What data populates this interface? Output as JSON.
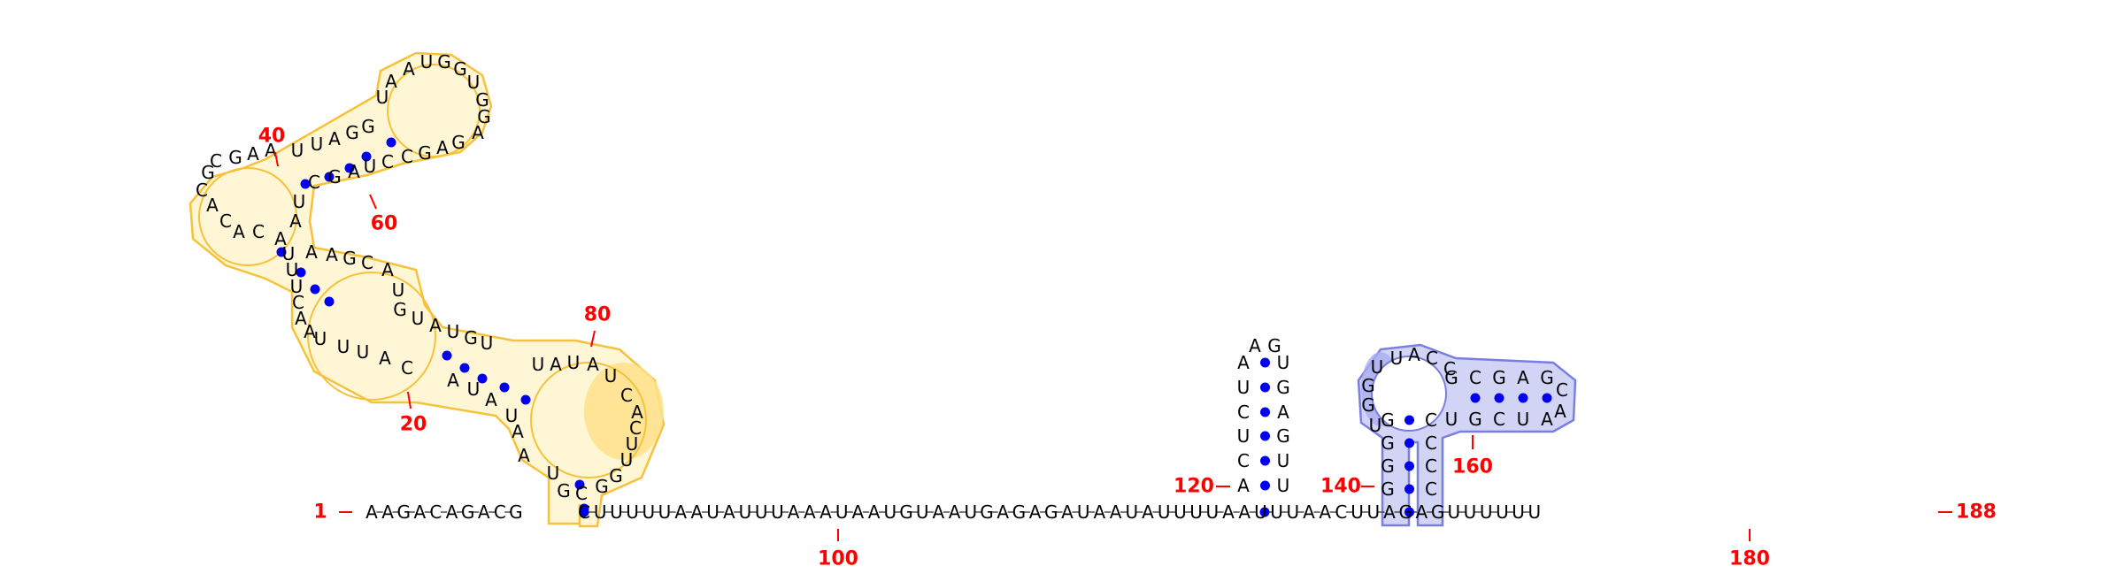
{
  "structure": {
    "length_label": "188",
    "start_label": "1",
    "colors": {
      "base_pair_dot": "#0000ee",
      "position_label": "#ff0000",
      "highlight_yellow_fill": "#fff6d6",
      "highlight_yellow_stroke": "#f6c23a",
      "highlight_blue_fill": "#d2d4f6",
      "highlight_blue_stroke": "#7a7ee0"
    },
    "backbone_bottom": "AAGACAGACG",
    "backbone_run": "CUUUUUAAUAUUUAAAUAAUGUAAUGAGAGAUAAUAUUUUAAUUUAACUUAGAGUUUUUU",
    "hairpin_120": {
      "left": "AUCUCA",
      "loop": "AG",
      "right": "UUGAGU"
    },
    "hairpin_140": {
      "left_stem": "GGGG",
      "right_stem": "CCCC",
      "loop_left": "UGGU",
      "loop_top": "UACC",
      "branch_top": "GCGAG",
      "branch_bottom": "UGCUA",
      "branch_end": "CA"
    },
    "position_numbers": [
      "1",
      "20",
      "40",
      "60",
      "80",
      "100",
      "120",
      "140",
      "160",
      "180",
      "188"
    ]
  }
}
